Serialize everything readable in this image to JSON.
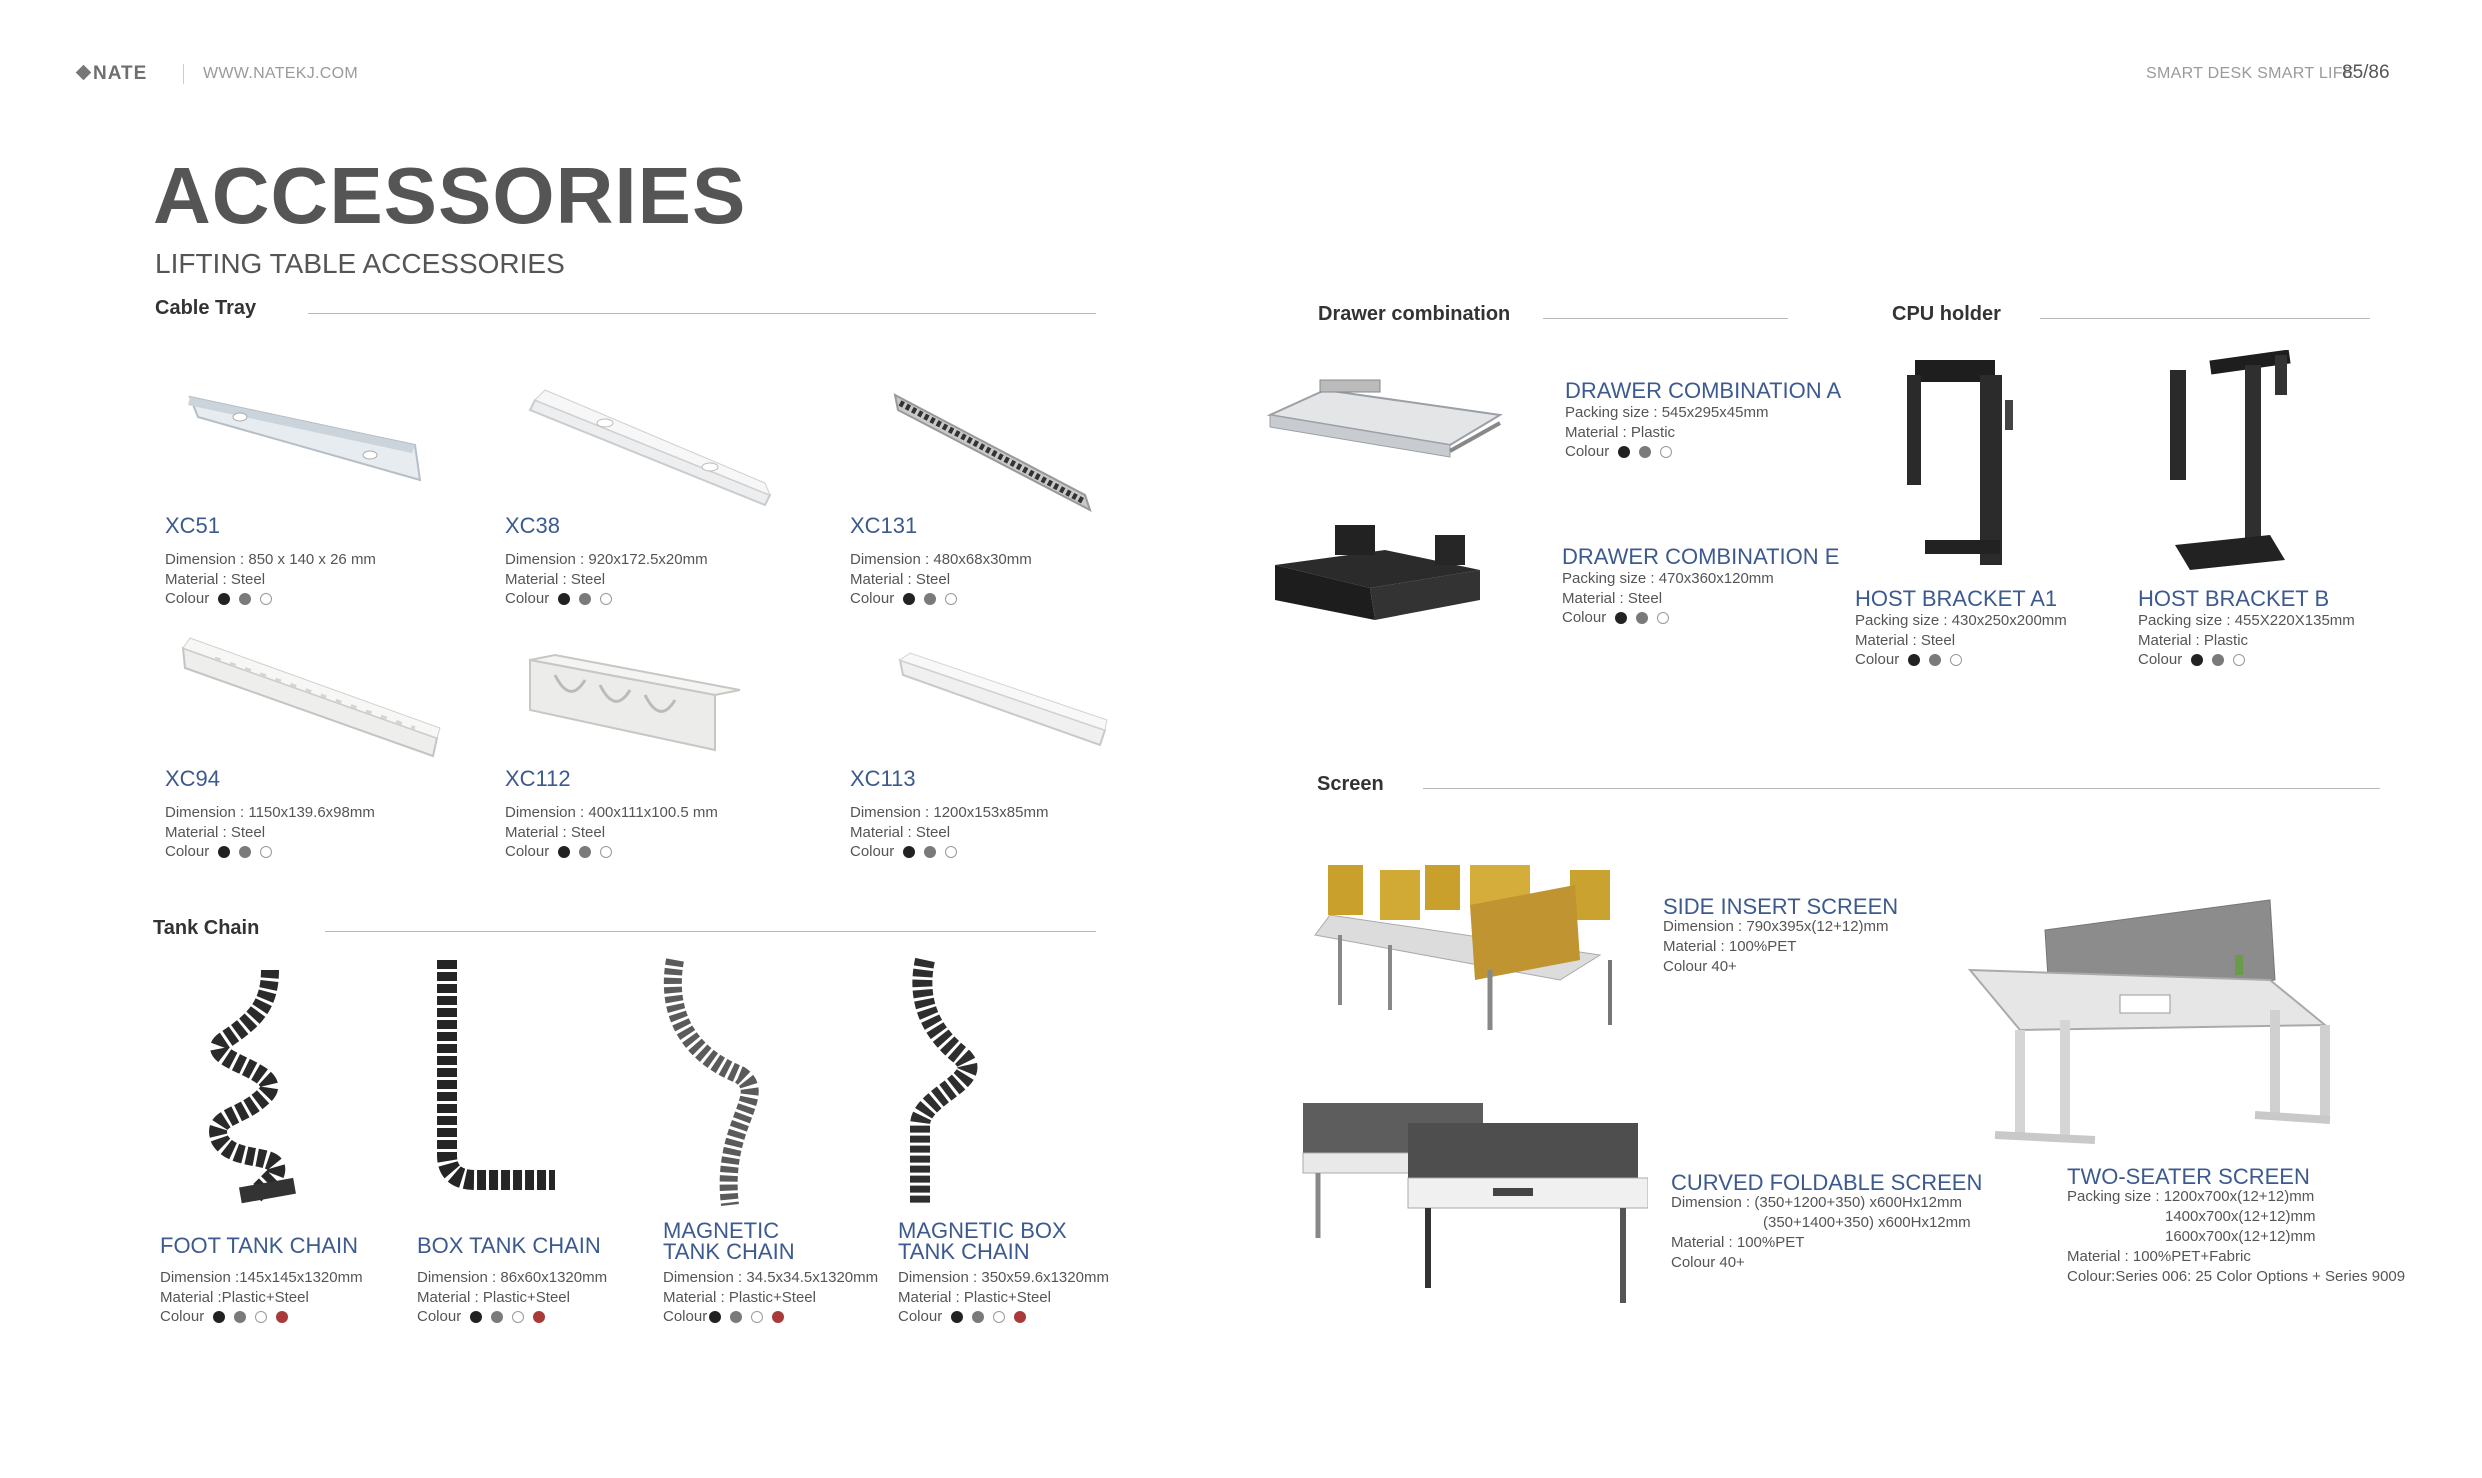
{
  "header": {
    "logo": "NATE",
    "url": "WWW.NATEKJ.COM",
    "tagline": "SMART DESK SMART LIFE",
    "page": "85/86"
  },
  "title": "ACCESSORIES",
  "subtitle": "LIFTING TABLE ACCESSORIES",
  "sections": {
    "cable_tray": "Cable Tray",
    "tank_chain": "Tank Chain",
    "drawer": "Drawer combination",
    "cpu": "CPU holder",
    "screen": "Screen"
  },
  "colors": {
    "black": "#222222",
    "grey": "#7a7a7a",
    "white": "#ffffff",
    "red": "#a83a3a",
    "product_name": "#3d5a8f"
  },
  "cable_trays": [
    {
      "name": "XC51",
      "dimension": "Dimension :  850 x 140 x 26 mm",
      "material": "Material : Steel",
      "colour": "Colour"
    },
    {
      "name": "XC38",
      "dimension": "Dimension : 920x172.5x20mm",
      "material": "Material : Steel",
      "colour": "Colour"
    },
    {
      "name": "XC131",
      "dimension": "Dimension :  480x68x30mm",
      "material": "Material : Steel",
      "colour": "Colour"
    },
    {
      "name": "XC94",
      "dimension": "Dimension : 1150x139.6x98mm",
      "material": "Material : Steel",
      "colour": "Colour"
    },
    {
      "name": "XC112",
      "dimension": "Dimension : 400x111x100.5 mm",
      "material": "Material : Steel",
      "colour": "Colour"
    },
    {
      "name": "XC113",
      "dimension": "Dimension : 1200x153x85mm",
      "material": "Material : Steel",
      "colour": "Colour"
    }
  ],
  "tank_chains": [
    {
      "name1": "FOOT TANK CHAIN",
      "name2": "",
      "dimension": "Dimension :145x145x1320mm",
      "material": "Material :Plastic+Steel",
      "colour": "Colour"
    },
    {
      "name1": "BOX TANK CHAIN",
      "name2": "",
      "dimension": "Dimension : 86x60x1320mm",
      "material": "Material : Plastic+Steel",
      "colour": "Colour"
    },
    {
      "name1": "MAGNETIC",
      "name2": "TANK CHAIN",
      "dimension": "Dimension : 34.5x34.5x1320mm",
      "material": "Material : Plastic+Steel",
      "colour": "Colour"
    },
    {
      "name1": "MAGNETIC BOX",
      "name2": "TANK CHAIN",
      "dimension": "Dimension : 350x59.6x1320mm",
      "material": "Material : Plastic+Steel",
      "colour": "Colour"
    }
  ],
  "drawers": [
    {
      "name": "DRAWER COMBINATION A",
      "packing": "Packing size : 545x295x45mm",
      "material": "Material : Plastic",
      "colour": "Colour"
    },
    {
      "name": "DRAWER COMBINATION E",
      "packing": "Packing size : 470x360x120mm",
      "material": "Material : Steel",
      "colour": "Colour"
    }
  ],
  "cpu_holders": [
    {
      "name": "HOST BRACKET A1",
      "packing": "Packing size : 430x250x200mm",
      "material": "Material : Steel",
      "colour": "Colour"
    },
    {
      "name": "HOST BRACKET B",
      "packing": "Packing size : 455X220X135mm",
      "material": "Material : Plastic",
      "colour": "Colour"
    }
  ],
  "screens": {
    "side": {
      "name": "SIDE INSERT SCREEN",
      "dimension": "Dimension : 790x395x(12+12)mm",
      "material": "Material : 100%PET",
      "colour": "Colour 40+"
    },
    "curved": {
      "name": "CURVED FOLDABLE SCREEN",
      "dim1": "Dimension :   (350+1200+350)  x600Hx12mm",
      "dim2": "(350+1400+350)  x600Hx12mm",
      "material": "Material : 100%PET",
      "colour": "Colour 40+"
    },
    "two": {
      "name": "TWO-SEATER SCREEN",
      "pack1": "Packing size : 1200x700x(12+12)mm",
      "pack2": "1400x700x(12+12)mm",
      "pack3": "1600x700x(12+12)mm",
      "material": "Material : 100%PET+Fabric",
      "colour": "Colour:Series 006: 25 Color Options + Series 9009"
    }
  }
}
